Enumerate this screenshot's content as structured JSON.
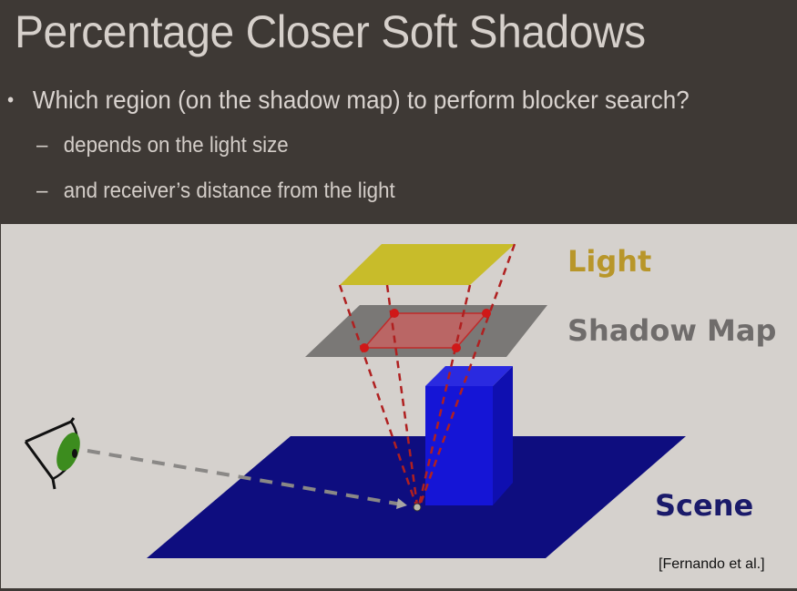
{
  "slide": {
    "title": "Percentage Closer Soft Shadows",
    "bullet": {
      "marker": "•",
      "text": "Which region (on the shadow map) to perform blocker search?"
    },
    "sub_bullets": [
      {
        "marker": "–",
        "text": "depends on the light size"
      },
      {
        "marker": "–",
        "text": "and receiver’s distance from the light"
      }
    ]
  },
  "figure": {
    "labels": {
      "light": "Light",
      "shadow_map": "Shadow Map",
      "scene": "Scene"
    },
    "citation": "[Fernando et al.]",
    "colors": {
      "background": "#d5d1cd",
      "light_plane": "#c8bc2a",
      "shadow_map_plane": "#7a7876",
      "search_region": "#c0504d",
      "scene_plane": "#0e0d7f",
      "blocker_box": "#1515d6",
      "eye_iris": "#3c8c1e",
      "frustum_lines": "#b02020",
      "view_ray": "#8a8886"
    }
  }
}
